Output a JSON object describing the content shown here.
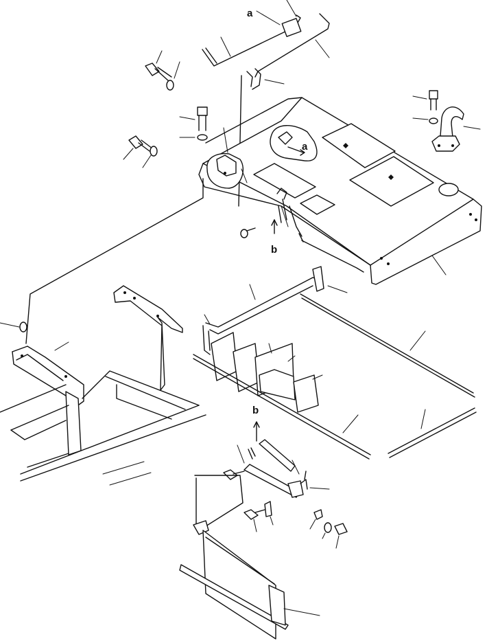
{
  "diagram": {
    "callouts": {
      "a_top": "a",
      "a_cover": "a",
      "b_cover": "b",
      "b_lower": "b"
    }
  }
}
